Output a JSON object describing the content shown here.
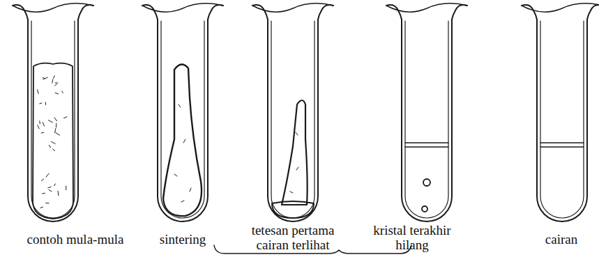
{
  "diagram": {
    "labels": [
      "contoh mula-mula",
      "sintering",
      "tetesan pertama cairan terlihat",
      "kristal terakhir hilang",
      "cairan"
    ]
  }
}
